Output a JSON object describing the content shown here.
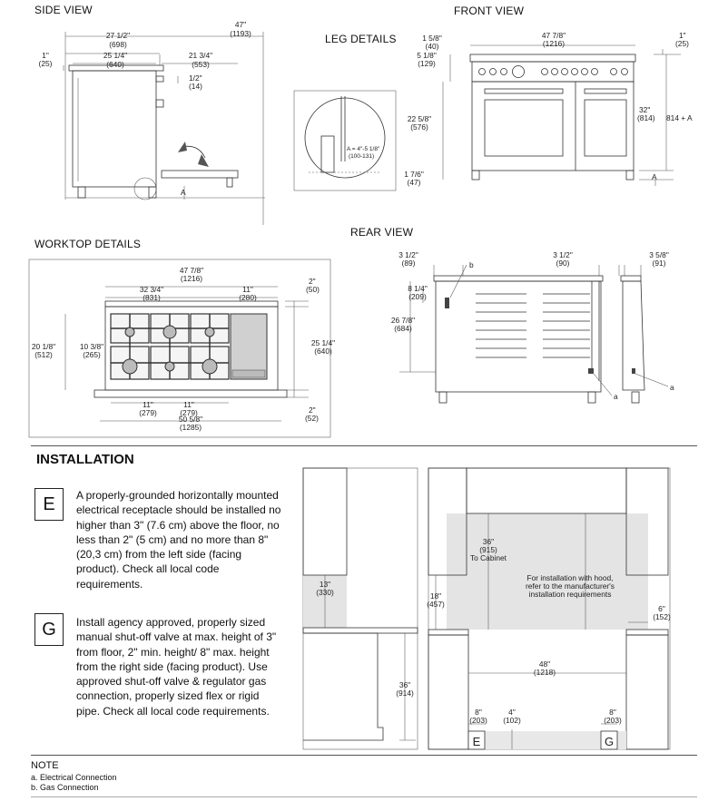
{
  "titles": {
    "side_view": "SIDE VIEW",
    "front_view": "FRONT VIEW",
    "leg_details": "LEG DETAILS",
    "worktop_details": "WORKTOP DETAILS",
    "rear_view": "REAR VIEW",
    "installation": "INSTALLATION"
  },
  "side_view": {
    "dims": [
      {
        "v": "47\"",
        "m": "(1193)"
      },
      {
        "v": "27 1/2\"",
        "m": "(698)"
      },
      {
        "v": "25 1/4\"",
        "m": "(640)"
      },
      {
        "v": "21 3/4\"",
        "m": "(553)"
      },
      {
        "v": "1\"",
        "m": "(25)"
      },
      {
        "v": "1/2\"",
        "m": "(14)"
      }
    ],
    "label_a": "A"
  },
  "leg_details": {
    "note": "A = 4\"-5 1/8\"",
    "note_mm": "(100-131)"
  },
  "front_view": {
    "dims": [
      {
        "v": "47 7/8\"",
        "m": "(1216)"
      },
      {
        "v": "1 5/8\"",
        "m": "(40)"
      },
      {
        "v": "5 1/8\"",
        "m": "(129)"
      },
      {
        "v": "22 5/8\"",
        "m": "(576)"
      },
      {
        "v": "1 7/6\"",
        "m": "(47)"
      },
      {
        "v": "1\"",
        "m": "(25)"
      },
      {
        "v": "32\"",
        "m": "(814)"
      }
    ],
    "plus_a": "814 + A",
    "label_a": "A"
  },
  "worktop": {
    "dims": [
      {
        "v": "47 7/8\"",
        "m": "(1216)"
      },
      {
        "v": "32 3/4\"",
        "m": "(831)"
      },
      {
        "v": "11\"",
        "m": "(280)"
      },
      {
        "v": "2\"",
        "m": "(50)"
      },
      {
        "v": "20 1/8\"",
        "m": "(512)"
      },
      {
        "v": "10 3/8\"",
        "m": "(265)"
      },
      {
        "v": "25 1/4\"",
        "m": "(640)"
      },
      {
        "v": "11\"",
        "m": "(279)"
      },
      {
        "v": "11\"",
        "m": "(279)"
      },
      {
        "v": "2\"",
        "m": "(52)"
      },
      {
        "v": "50 5/8\"",
        "m": "(1285)"
      }
    ]
  },
  "rear_view": {
    "dims": [
      {
        "v": "3 1/2\"",
        "m": "(89)"
      },
      {
        "v": "3 1/2\"",
        "m": "(90)"
      },
      {
        "v": "3 5/8\"",
        "m": "(91)"
      },
      {
        "v": "8 1/4\"",
        "m": "(209)"
      },
      {
        "v": "26 7/8\"",
        "m": "(684)"
      }
    ],
    "label_a": "a",
    "label_b": "b"
  },
  "installation": {
    "box_e": "E",
    "text_e": "A properly-grounded horizontally mounted electrical receptacle should be installed no higher than 3\" (7.6 cm) above the floor, no less than 2\" (5 cm) and no more than 8\" (20,3 cm) from the left side (facing product). Check all local code requirements.",
    "box_g": "G",
    "text_g": "Install agency approved, properly sized manual shut-off valve at max. height of 3\" from floor, 2\" min. height/ 8\" max. height from the right side (facing product). Use approved shut-off valve & regulator gas connection, properly sized flex or rigid pipe. Check all local code requirements.",
    "side_dims": [
      {
        "v": "13\"",
        "m": "(330)"
      },
      {
        "v": "36\"",
        "m": "(914)"
      }
    ],
    "front_dims": [
      {
        "v": "36\"",
        "m": "(915)",
        "extra": "To Cabinet"
      },
      {
        "v": "18\"",
        "m": "(457)"
      },
      {
        "v": "6\"",
        "m": "(152)"
      },
      {
        "v": "48\"",
        "m": "(1218)"
      },
      {
        "v": "8\"",
        "m": "(203)"
      },
      {
        "v": "4\"",
        "m": "(102)"
      },
      {
        "v": "8\"",
        "m": "(203)"
      }
    ],
    "hood_note": [
      "For installation with hood,",
      "refer to the manufacturer's",
      "installation requirements"
    ],
    "label_e": "E",
    "label_g": "G"
  },
  "note": {
    "heading": "NOTE",
    "lines": [
      "a. Electrical Connection",
      "b. Gas Connection"
    ]
  }
}
